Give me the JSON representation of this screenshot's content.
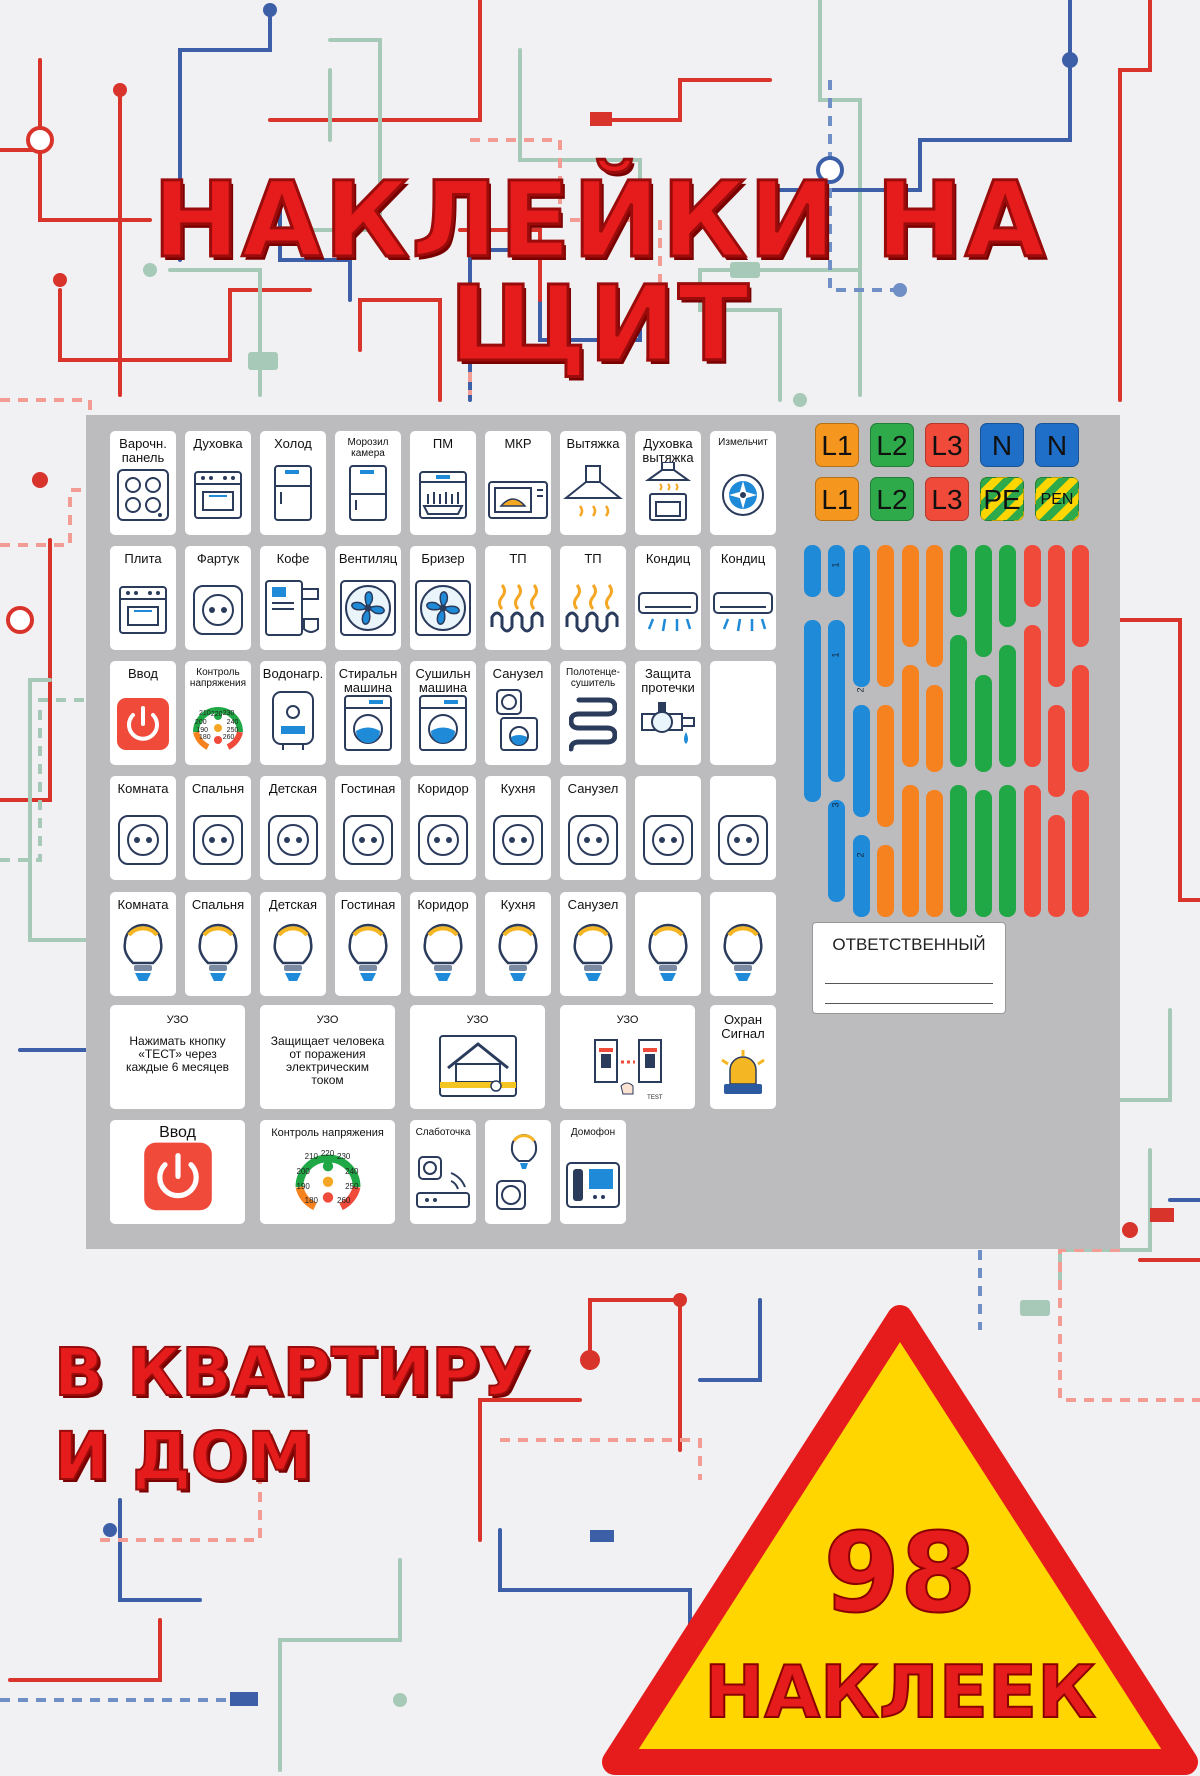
{
  "title": "НАКЛЕЙКИ НА ЩИТ",
  "subtitle_line1": "В КВАРТИРУ",
  "subtitle_line2": "И ДОМ",
  "badge": {
    "number": "98",
    "word": "НАКЛЕЕК"
  },
  "colors": {
    "red": "#e61c1c",
    "orange": "#f5821f",
    "green": "#21a846",
    "blue": "#1e8ad8",
    "navy": "#2c5aa0",
    "yellow": "#ffd600",
    "sheet": "#bcbcbe"
  },
  "phases_row1": [
    {
      "label": "L1",
      "color": "#f5961f"
    },
    {
      "label": "L2",
      "color": "#2eaa4a"
    },
    {
      "label": "L3",
      "color": "#ef4a3a"
    },
    {
      "label": "N",
      "color": "#1f6fc9"
    },
    {
      "label": "N",
      "color": "#1f6fc9"
    }
  ],
  "phases_row2": [
    {
      "label": "L1",
      "color": "#f5961f"
    },
    {
      "label": "L2",
      "color": "#2eaa4a"
    },
    {
      "label": "L3",
      "color": "#ef4a3a"
    },
    {
      "label": "PE",
      "color": "stripe"
    },
    {
      "label": "PEN",
      "color": "stripe"
    }
  ],
  "bar_numbers": [
    "1",
    "1",
    "2",
    "3",
    "2"
  ],
  "responsible": "ОТВЕТСТВЕННЫЙ",
  "rows": [
    [
      {
        "label": "Варочн. панель",
        "icon": "cooktop-icon"
      },
      {
        "label": "Духовка",
        "icon": "oven-icon"
      },
      {
        "label": "Холод",
        "icon": "fridge-icon"
      },
      {
        "label": "Морозил камера",
        "icon": "freezer-icon",
        "small": true
      },
      {
        "label": "ПМ",
        "icon": "dishwasher-icon"
      },
      {
        "label": "МКР",
        "icon": "microwave-icon"
      },
      {
        "label": "Вытяжка",
        "icon": "hood-icon"
      },
      {
        "label": "Духовка вытяжка",
        "icon": "oven-hood-icon"
      },
      {
        "label": "Измельчит",
        "icon": "grinder-icon",
        "small": true
      }
    ],
    [
      {
        "label": "Плита",
        "icon": "stove-icon"
      },
      {
        "label": "Фартук",
        "icon": "socket-icon"
      },
      {
        "label": "Кофе",
        "icon": "coffee-icon"
      },
      {
        "label": "Вентиляц",
        "icon": "fan-icon"
      },
      {
        "label": "Бризер",
        "icon": "fan-icon"
      },
      {
        "label": "ТП",
        "icon": "heat-icon"
      },
      {
        "label": "ТП",
        "icon": "heat-icon"
      },
      {
        "label": "Кондиц",
        "icon": "ac-icon"
      },
      {
        "label": "Кондиц",
        "icon": "ac-icon"
      }
    ],
    [
      {
        "label": "Ввод",
        "icon": "power-icon"
      },
      {
        "label": "Контроль напряжения",
        "icon": "voltage-icon",
        "small": true
      },
      {
        "label": "Водонагр.",
        "icon": "boiler-icon"
      },
      {
        "label": "Стиральн машина",
        "icon": "washer-icon"
      },
      {
        "label": "Сушильн машина",
        "icon": "washer-icon"
      },
      {
        "label": "Санузел",
        "icon": "bath-icon"
      },
      {
        "label": "Полотенце-сушитель",
        "icon": "towel-icon",
        "small": true
      },
      {
        "label": "Защита протечки",
        "icon": "valve-icon"
      },
      {
        "label": "",
        "icon": "none"
      }
    ],
    [
      {
        "label": "Комната",
        "icon": "socket-icon"
      },
      {
        "label": "Спальня",
        "icon": "socket-icon"
      },
      {
        "label": "Детская",
        "icon": "socket-icon"
      },
      {
        "label": "Гостиная",
        "icon": "socket-icon"
      },
      {
        "label": "Коридор",
        "icon": "socket-icon"
      },
      {
        "label": "Кухня",
        "icon": "socket-icon"
      },
      {
        "label": "Санузел",
        "icon": "socket-icon"
      },
      {
        "label": "",
        "icon": "socket-icon"
      },
      {
        "label": "",
        "icon": "socket-icon"
      }
    ],
    [
      {
        "label": "Комната",
        "icon": "bulb-icon"
      },
      {
        "label": "Спальня",
        "icon": "bulb-icon"
      },
      {
        "label": "Детская",
        "icon": "bulb-icon"
      },
      {
        "label": "Гостиная",
        "icon": "bulb-icon"
      },
      {
        "label": "Коридор",
        "icon": "bulb-icon"
      },
      {
        "label": "Кухня",
        "icon": "bulb-icon"
      },
      {
        "label": "Санузел",
        "icon": "bulb-icon"
      },
      {
        "label": "",
        "icon": "bulb-icon"
      },
      {
        "label": "",
        "icon": "bulb-icon"
      }
    ]
  ],
  "uzo_row": [
    {
      "label": "УЗО",
      "text": "Нажимать кнопку «ТЕСТ» через каждые 6 месяцев"
    },
    {
      "label": "УЗО",
      "text": "Защищает человека от поражения электрическим током"
    },
    {
      "label": "УЗО",
      "icon": "house-icon"
    },
    {
      "label": "УЗО",
      "icon": "breaker-icon"
    },
    {
      "label": "Охран Сигнал",
      "icon": "alarm-icon"
    }
  ],
  "last_row": [
    {
      "label": "Ввод",
      "icon": "power-icon"
    },
    {
      "label": "Контроль напряжения",
      "icon": "voltage-icon"
    },
    {
      "label": "Слаботочка",
      "icon": "router-icon"
    },
    {
      "label": "",
      "icon": "bulb-socket-icon"
    },
    {
      "label": "Домофон",
      "icon": "intercom-icon"
    }
  ],
  "voltage_marks": [
    "210",
    "220",
    "230",
    "200",
    "240",
    "190",
    "250",
    "180",
    "260"
  ],
  "breaker_test": "TEST"
}
